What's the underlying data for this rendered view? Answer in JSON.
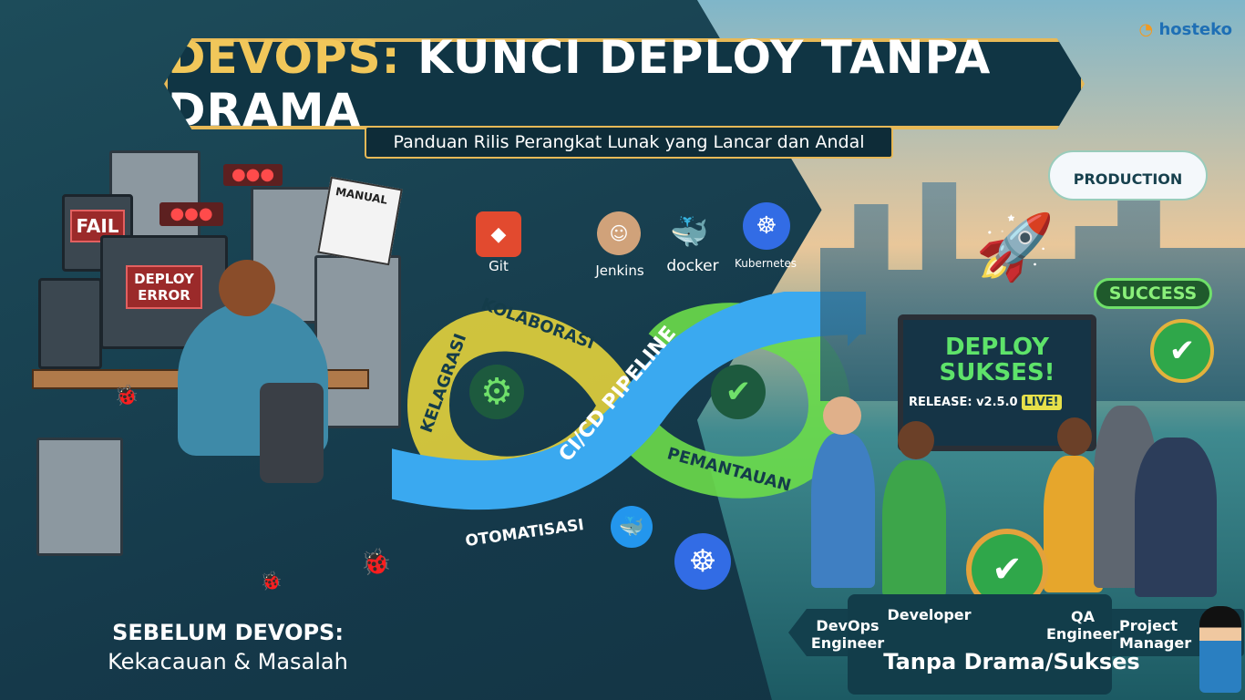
{
  "header": {
    "title_part1": "DEVOPS:",
    "title_part2": "KUNCI DEPLOY TANPA DRAMA",
    "subtitle": "Panduan Rilis Perangkat Lunak yang Lancar dan Andal",
    "logo": "hosteko"
  },
  "before": {
    "fail": "FAIL",
    "deploy_error_1": "DEPLOY",
    "deploy_error_2": "ERROR",
    "manual": "MANUAL",
    "caption_1": "SEBELUM DEVOPS:",
    "caption_2": "Kekacauan & Masalah"
  },
  "tools": [
    {
      "label": "Git"
    },
    {
      "label": "Jenkins"
    },
    {
      "label": "docker"
    },
    {
      "label": "Kubernetes"
    }
  ],
  "loop": {
    "integration": "KELAGRASI",
    "collaboration": "KOLABORASI",
    "pipeline": "CI/CD PIPELINE",
    "monitoring": "PEMANTAUAN",
    "automation": "OTOMATISASI"
  },
  "after": {
    "production": "PRODUCTION",
    "success": "SUCCESS",
    "deploy_1": "DEPLOY",
    "deploy_2": "SUKSES!",
    "release": "RELEASE: v2.5.0",
    "live": "LIVE!",
    "roles": [
      {
        "line1": "DevOps",
        "line2": "Engineer"
      },
      {
        "line1": "Developer",
        "line2": ""
      },
      {
        "line1": "QA",
        "line2": "Engineer"
      },
      {
        "line1": "Project",
        "line2": "Manager"
      }
    ],
    "caption": "Tanpa Drama/Sukses"
  },
  "colors": {
    "gold": "#f1c75a",
    "green": "#4fd06a",
    "red": "#9b2a2a",
    "teal": "#15394a"
  }
}
